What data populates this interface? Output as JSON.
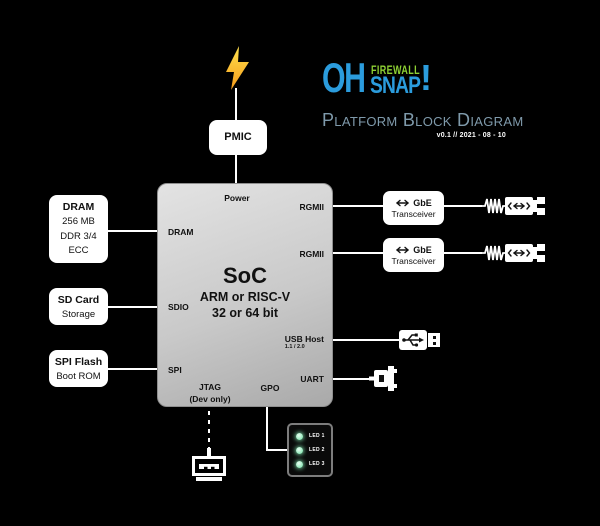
{
  "brand": {
    "oh": "OH",
    "firewall": "FIREWALL",
    "snap": "SNAP",
    "exclaim": "!",
    "blue": "#2b9cdd",
    "green": "#8ed133"
  },
  "header": {
    "title": "Platform Block Diagram",
    "title_color": "#7f9aab",
    "version": "v0.1  //  2021 - 08 - 10"
  },
  "power_chain": {
    "bolt_icon": "lightning-bolt",
    "pmic": "PMIC"
  },
  "soc": {
    "title": "SoC",
    "subtitle1": "ARM or RISC-V",
    "subtitle2": "32 or 64 bit",
    "ports": {
      "power": "Power",
      "dram": "DRAM",
      "sdio": "SDIO",
      "spi": "SPI",
      "rgmii_top": "RGMII",
      "rgmii_bottom": "RGMII",
      "usb_host": "USB Host",
      "usb_host_sub": "1.1 / 2.0",
      "uart": "UART",
      "jtag": "JTAG",
      "jtag_sub": "(Dev only)",
      "gpo": "GPO"
    }
  },
  "memory_blocks": [
    {
      "title": "DRAM",
      "lines": [
        "256 MB",
        "DDR 3/4",
        "ECC"
      ]
    },
    {
      "title": "SD Card",
      "lines": [
        "Storage"
      ]
    },
    {
      "title": "SPI Flash",
      "lines": [
        "Boot ROM"
      ]
    }
  ],
  "network_blocks": [
    {
      "title": "GbE",
      "subtitle": "Transceiver"
    },
    {
      "title": "GbE",
      "subtitle": "Transceiver"
    }
  ],
  "led_panel": {
    "labels": [
      "LED 1",
      "LED 2",
      "LED 3"
    ],
    "color": "#8fe8b8"
  },
  "colors": {
    "line": "#ffffff",
    "soc_fill_light": "#e3e3e3",
    "soc_fill_dark": "#a9a9a9",
    "bolt_top": "#ffe14d",
    "bolt_bottom": "#f59b1b"
  }
}
